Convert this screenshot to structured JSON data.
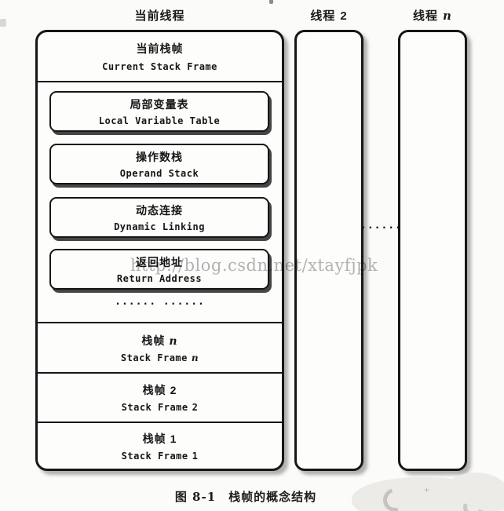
{
  "colors": {
    "ink": "#161616",
    "paper": "#fbfbf9",
    "watermark_gray": "#b4b4b4"
  },
  "labels": {
    "current_thread": "当前线程",
    "thread_2": {
      "prefix": "线程",
      "suffix": "2"
    },
    "thread_n": {
      "prefix": "线程",
      "suffix": "n"
    },
    "threads_ellipsis": "......"
  },
  "stack": {
    "current_frame": {
      "zh": "当前栈帧",
      "en": "Current Stack Frame"
    },
    "components": [
      {
        "zh": "局部变量表",
        "en": "Local Variable Table"
      },
      {
        "zh": "操作数栈",
        "en": "Operand Stack"
      },
      {
        "zh": "动态连接",
        "en": "Dynamic Linking"
      },
      {
        "zh": "返回地址",
        "en": "Return Address"
      }
    ],
    "inner_ellipsis": "...... ......",
    "frames": [
      {
        "zh_prefix": "栈帧",
        "suffix": "n",
        "en_prefix": "Stack Frame"
      },
      {
        "zh_prefix": "栈帧",
        "suffix": "2",
        "en_prefix": "Stack Frame"
      },
      {
        "zh_prefix": "栈帧",
        "suffix": "1",
        "en_prefix": "Stack Frame"
      }
    ]
  },
  "watermark_url": "http://blog.csdn.net/xtayfjpk",
  "caption": "图 8-1　栈帧的概念结构"
}
